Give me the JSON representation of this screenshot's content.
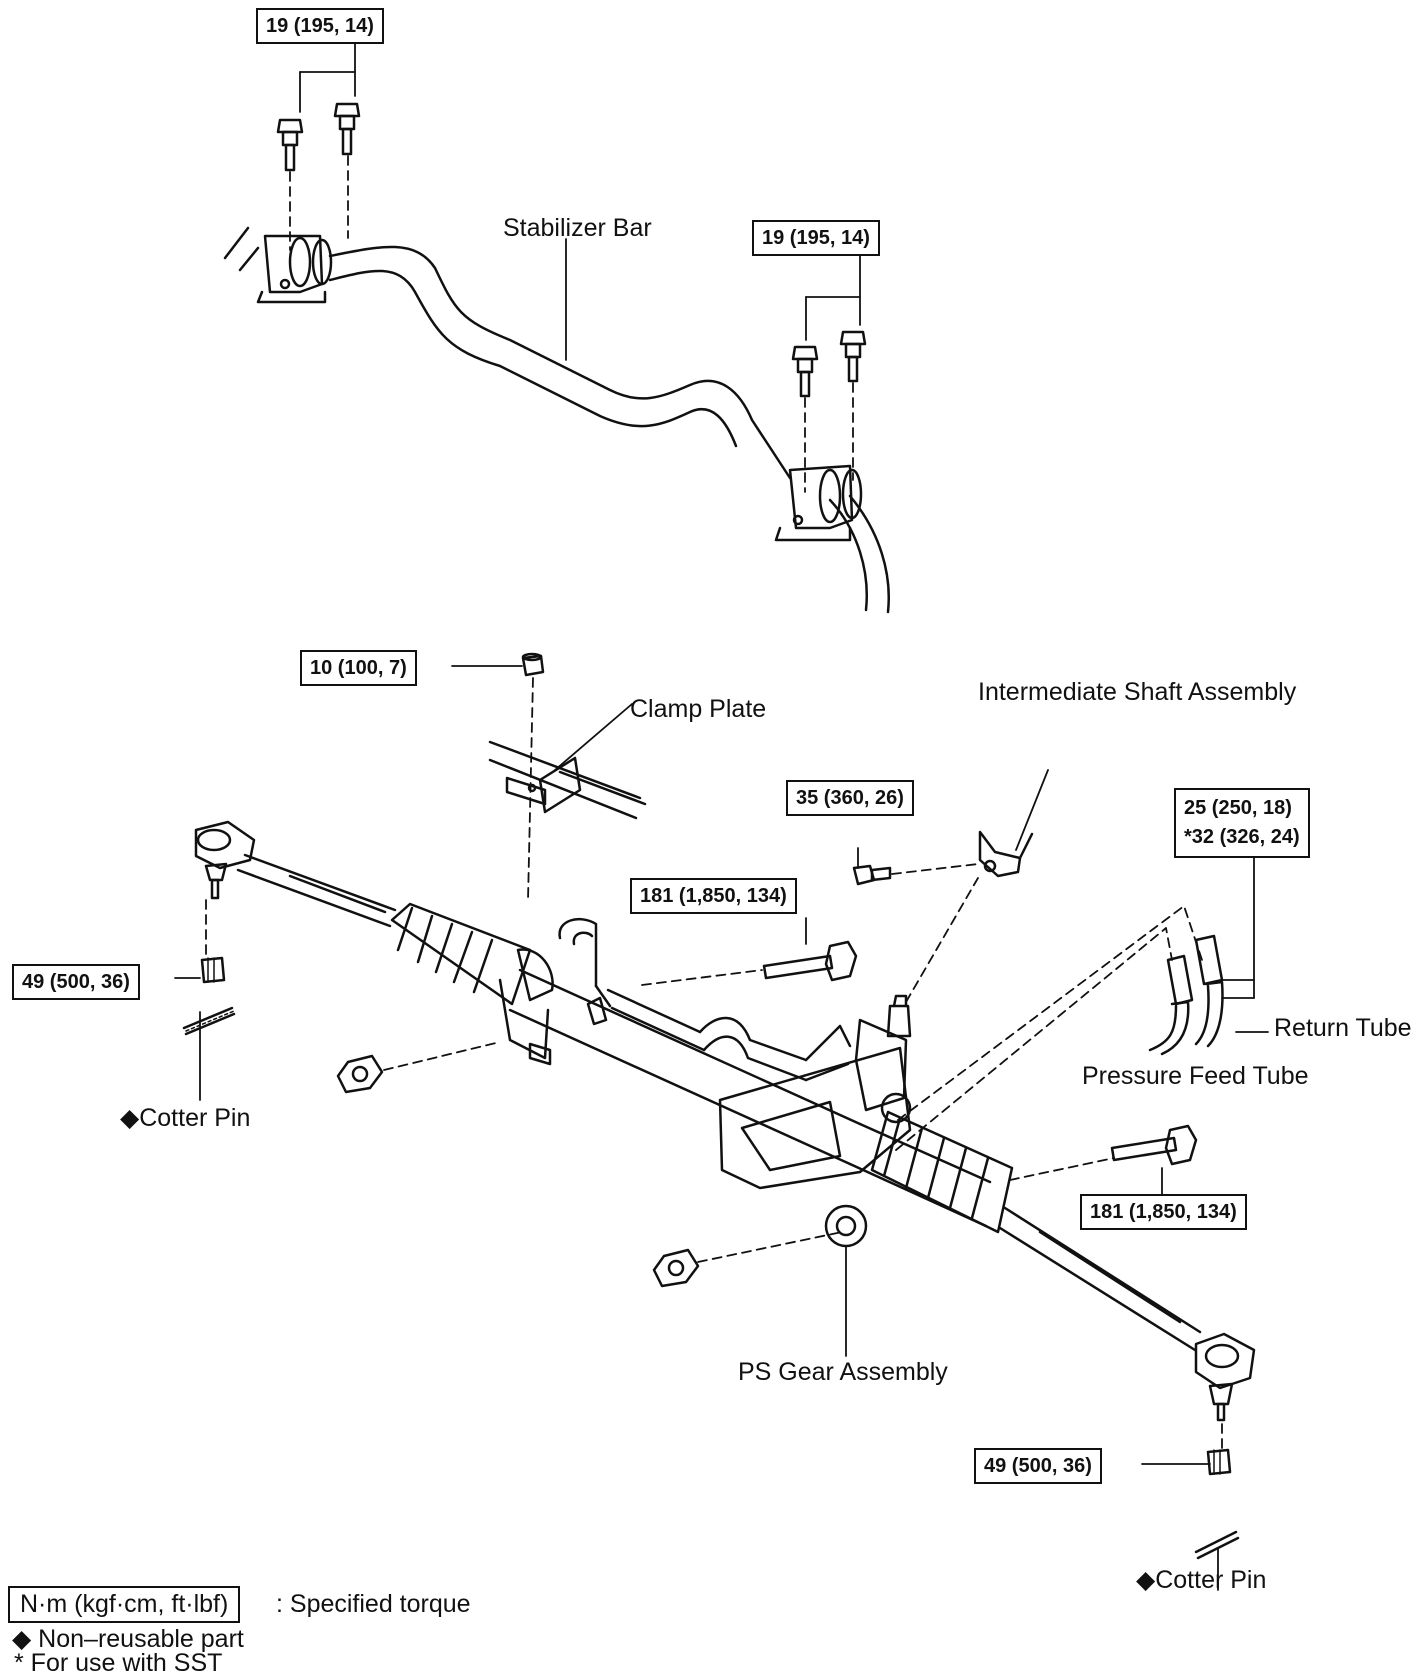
{
  "torque": {
    "stab_left": "19 (195, 14)",
    "stab_right": "19 (195, 14)",
    "clamp_nut": "10 (100, 7)",
    "shaft_bolt": "35 (360, 26)",
    "gear_bolt_upper": "181 (1,850, 134)",
    "gear_bolt_lower": "181 (1,850, 134)",
    "tube_union_1": "25 (250, 18)",
    "tube_union_2": "*32 (326, 24)",
    "tie_nut_left": "49 (500, 36)",
    "tie_nut_right": "49 (500, 36)"
  },
  "labels": {
    "stabilizer_bar": "Stabilizer Bar",
    "clamp_plate": "Clamp Plate",
    "intermediate_shaft": "Intermediate Shaft Assembly",
    "return_tube": "Return Tube",
    "pressure_feed_tube": "Pressure Feed Tube",
    "cotter_pin_left": "◆Cotter Pin",
    "cotter_pin_right": "◆Cotter Pin",
    "ps_gear": "PS Gear Assembly"
  },
  "legend": {
    "unit": "N·m (kgf·cm, ft·lbf)",
    "unit_desc": ": Specified torque",
    "non_reusable": "◆ Non–reusable part",
    "sst": "*  For use with SST"
  }
}
